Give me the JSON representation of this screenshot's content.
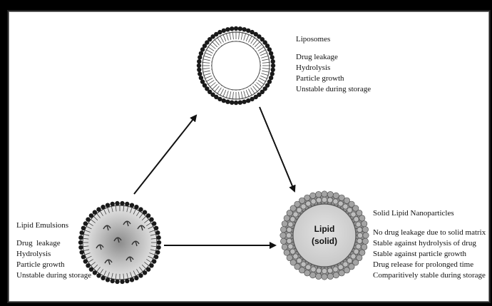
{
  "liposomes": {
    "title": "Liposomes",
    "items": [
      "Drug leakage",
      "Hydrolysis",
      "Particle growth",
      "Unstable during storage"
    ]
  },
  "lipid_emulsions": {
    "title": "Lipid Emulsions",
    "items": [
      "Drug  leakage",
      "Hydrolysis",
      "Particle growth",
      "Unstable during storage"
    ]
  },
  "sln": {
    "title": "Solid Lipid Nanoparticles",
    "core_label_line1": "Lipid",
    "core_label_line2": "(solid)",
    "items": [
      "No drug leakage due to solid matrix",
      "Stable against hydrolysis of drug",
      "Stable against particle growth",
      "Drug release for prolonged time",
      "Comparitively stable during storage"
    ]
  },
  "colors": {
    "frame": "#000000",
    "background": "#ffffff",
    "text": "#111111",
    "membrane": "#1a1a1a",
    "sln_shell": "#9a9a9a",
    "sln_core": "#d4d4d4",
    "emulsion_core": "#b8b8b8"
  }
}
